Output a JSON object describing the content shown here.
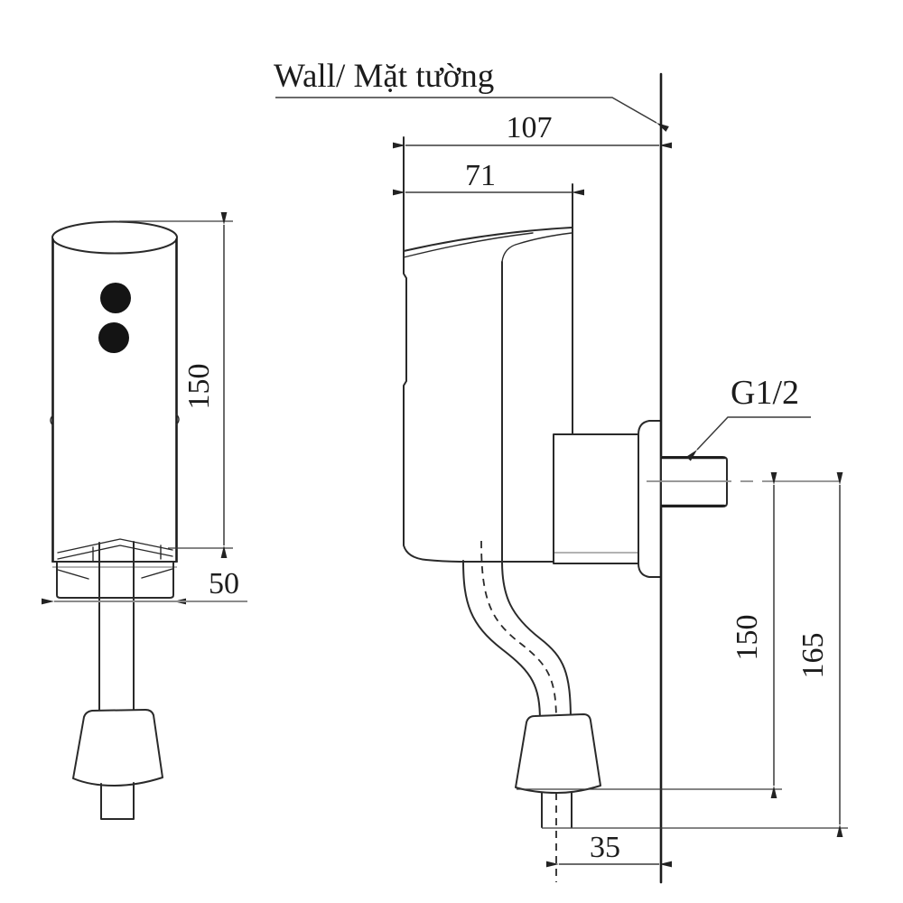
{
  "drawing": {
    "wall_label": "Wall/ Mặt tường",
    "thread_label": "G1/2",
    "dims": {
      "total_depth": "107",
      "body_depth": "71",
      "body_height": "150",
      "base_width": "50",
      "spud_height": "150",
      "outlet_length": "165",
      "outlet_wall_offset": "35"
    },
    "colors": {
      "line": "#2a2a2a",
      "dimension": "#3a3a3a",
      "centerline_gray": "#8b8b8b",
      "text": "#1c1c1c",
      "background": "#ffffff"
    }
  }
}
